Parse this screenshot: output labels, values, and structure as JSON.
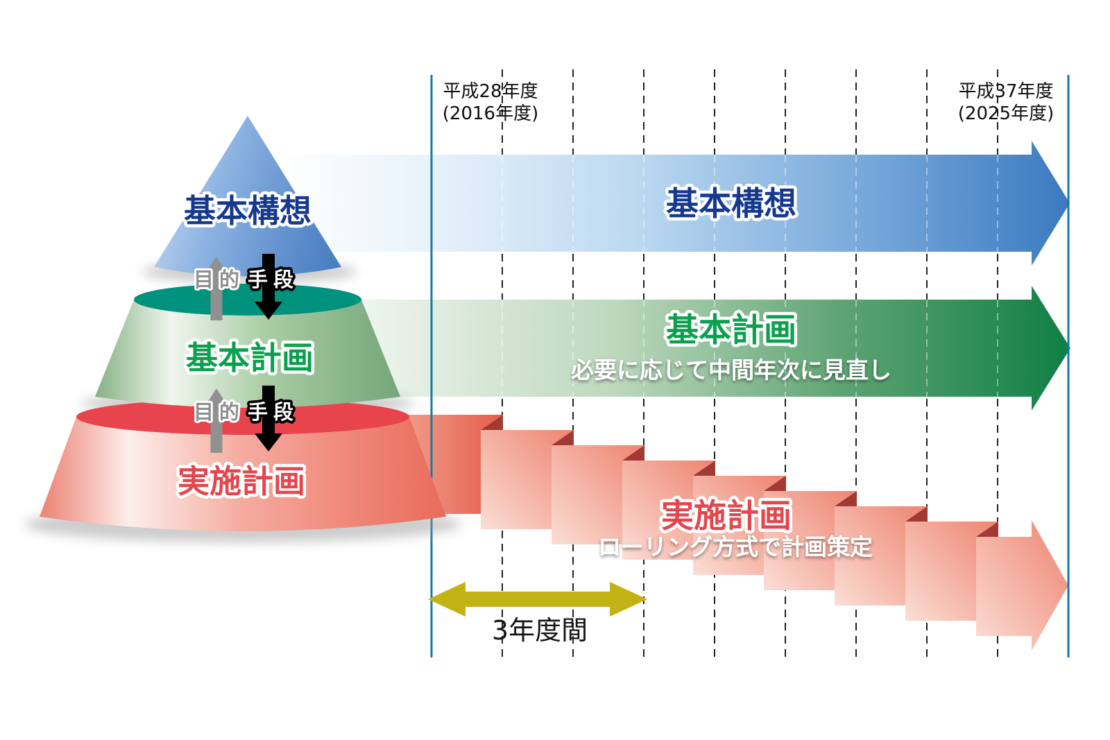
{
  "timeline": {
    "start": {
      "era_label": "平成28年度",
      "western_label": "(2016年度)"
    },
    "end": {
      "era_label": "平成37年度",
      "western_label": "(2025年度)"
    }
  },
  "pyramid": {
    "levels": [
      {
        "label": "基本構想"
      },
      {
        "label": "基本計画"
      },
      {
        "label": "実施計画"
      }
    ],
    "relations": {
      "up": "目的",
      "down": "手段"
    }
  },
  "timeline_bands": {
    "basic_concept": {
      "title": "基本構想"
    },
    "basic_plan": {
      "title": "基本計画",
      "subtitle": "必要に応じて中間年次に見直し"
    },
    "implementation_plan": {
      "title": "実施計画",
      "subtitle": "ローリング方式で計画策定"
    }
  },
  "span_arrow": {
    "label": "3年度間"
  },
  "colors": {
    "concept_blue": "#3b7ac0",
    "concept_text_blue": "#16388f",
    "plan_green": "#0f7f44",
    "plan_text_green": "#0aa04e",
    "implementation_salmon": "#ee8672",
    "implementation_text_red": "#e2474e",
    "fold_dark_red": "#a23a34",
    "teal_rim": "#00927c",
    "red_rim": "#e8444e",
    "grid_line_teal": "#17799f",
    "span_arrow_yellow": "#c2b213"
  }
}
